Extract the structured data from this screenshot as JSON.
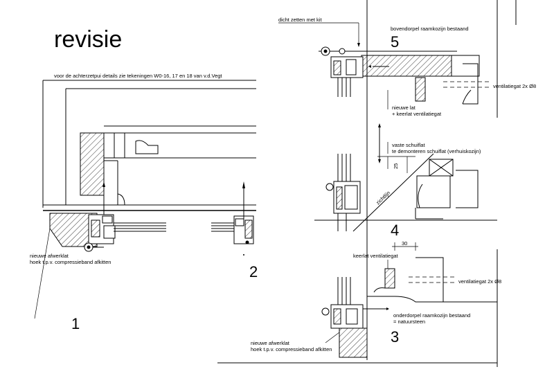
{
  "title": "revisie",
  "notes": {
    "top_reference": "voor de achterzetpui details zie tekeningen  W0-16, 17 en 18 van v.d.Vegt",
    "finish_left_1": "nieuwe afwerklat",
    "finish_left_2": "hoek t.p.v. compressieband afkitten",
    "seal_kit": "dicht zetten met kit",
    "top_frame_existing": "bovendorpel raamkozijn bestaand",
    "vent_top": "ventilatiegat 2x Ø8",
    "new_lath_1": "nieuwe lat",
    "new_lath_2": "+ keerlat ventilatiegat",
    "fixed_slat": "vaste schuiflat",
    "removable_slat": "te demonteren schuiflat (verhuiskozijn)",
    "dim_25": "25",
    "sightline": "zichtlijn",
    "dim_30": "30",
    "vent_stop": "keerlat ventilatiegat",
    "vent_bottom": "ventilatiegat 2x Ø8",
    "sill_existing_1": "onderdorpel raamkozijn bestaand",
    "sill_existing_2": "= natuursteen",
    "finish_bottom_1": "nieuwe afwerklat",
    "finish_bottom_2": "hoek t.p.v. compressieband afkitten"
  },
  "detail_numbers": {
    "d1": "1",
    "d2": "2",
    "d3": "3",
    "d4": "4",
    "d5": "5"
  }
}
